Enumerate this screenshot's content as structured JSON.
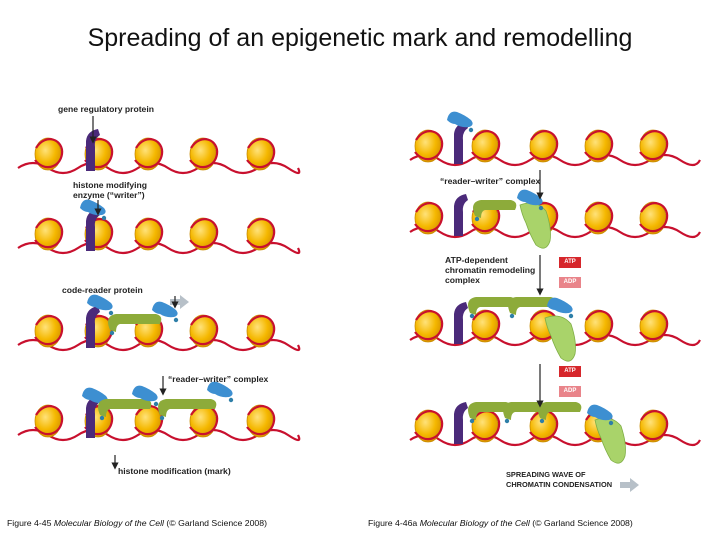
{
  "title": "Spreading of an epigenetic mark and remodelling",
  "left_panel": {
    "labels": {
      "gene_regulatory_protein": "gene regulatory protein",
      "histone_modifying_line1": "histone modifying",
      "histone_modifying_line2": "enzyme (“writer”)",
      "code_reader": "code-reader protein",
      "reader_writer": "“reader–writer” complex",
      "histone_modification": "histone modification (mark)"
    }
  },
  "right_panel": {
    "labels": {
      "reader_writer": "“reader–writer” complex",
      "atp_dependent_line1": "ATP-dependent",
      "atp_dependent_line2": "chromatin remodeling",
      "atp_dependent_line3": "complex",
      "atp1": "ATP",
      "adp1": "ADP",
      "atp2": "ATP",
      "adp2": "ADP",
      "spreading_line1": "SPREADING WAVE OF",
      "spreading_line2": "CHROMATIN CONDENSATION"
    }
  },
  "captions": {
    "left_prefix": "Figure 4-45",
    "left_book": "Molecular Biology of the Cell",
    "left_suffix": "(© Garland Science 2008)",
    "right_prefix": "Figure 4-46a",
    "right_book": "Molecular Biology of the Cell",
    "right_suffix": "(© Garland Science 2008)"
  },
  "colors": {
    "dna": "#c8102e",
    "nucleosome": "#f5b800",
    "nucleosome_dark": "#c98a00",
    "regulatory_protein": "#4b2a7a",
    "writer_enzyme": "#3d8fd1",
    "reader_protein": "#8dab3a",
    "remodeler": "#a9d36a",
    "atp_box": "#d6262b",
    "adp_box": "#e9848a"
  }
}
